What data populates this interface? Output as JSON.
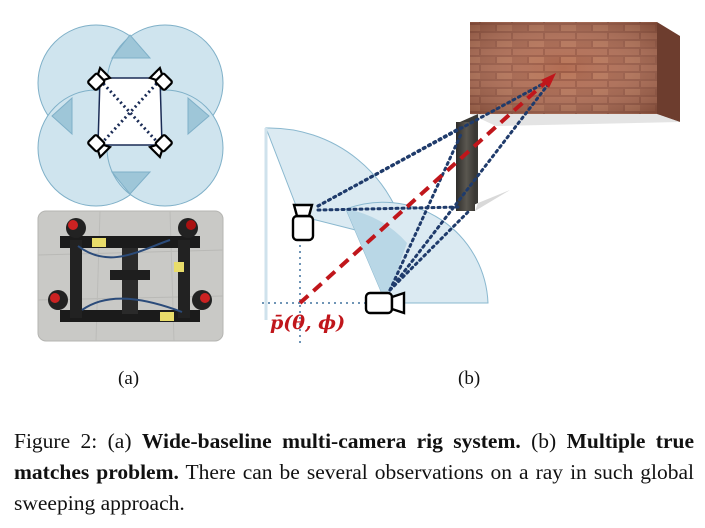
{
  "panels": {
    "a_label": "(a)",
    "b_label": "(b)"
  },
  "annotation": {
    "point_label": "p̄(θ, ϕ)"
  },
  "caption": {
    "prefix": "Figure 2: (a) ",
    "bold_1": "Wide-baseline multi-camera rig system.",
    "mid": " (b) ",
    "bold_2": "Multiple true matches problem.",
    "rest": " There can be several observations on a ray in such global sweeping approach."
  },
  "colors": {
    "fov_fill": "#cfe4ee",
    "fov_overlap": "#9ec6d8",
    "fov_stroke": "#7fb0c8",
    "ray_dotted": "#1f3b6b",
    "ray_dashed": "#c0161b",
    "brick": "#a0614a",
    "occluder": "#4a4844"
  }
}
